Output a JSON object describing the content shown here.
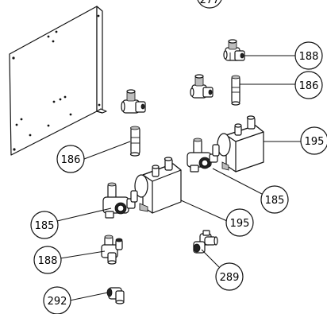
{
  "callouts": [
    {
      "id": "c277",
      "label": "277"
    },
    {
      "id": "c188a",
      "label": "188"
    },
    {
      "id": "c186a",
      "label": "186"
    },
    {
      "id": "c195a",
      "label": "195"
    },
    {
      "id": "c186b",
      "label": "186"
    },
    {
      "id": "c185a",
      "label": "185"
    },
    {
      "id": "c195b",
      "label": "195"
    },
    {
      "id": "c185b",
      "label": "185"
    },
    {
      "id": "c188b",
      "label": "188"
    },
    {
      "id": "c289",
      "label": "289"
    },
    {
      "id": "c292",
      "label": "292"
    }
  ]
}
